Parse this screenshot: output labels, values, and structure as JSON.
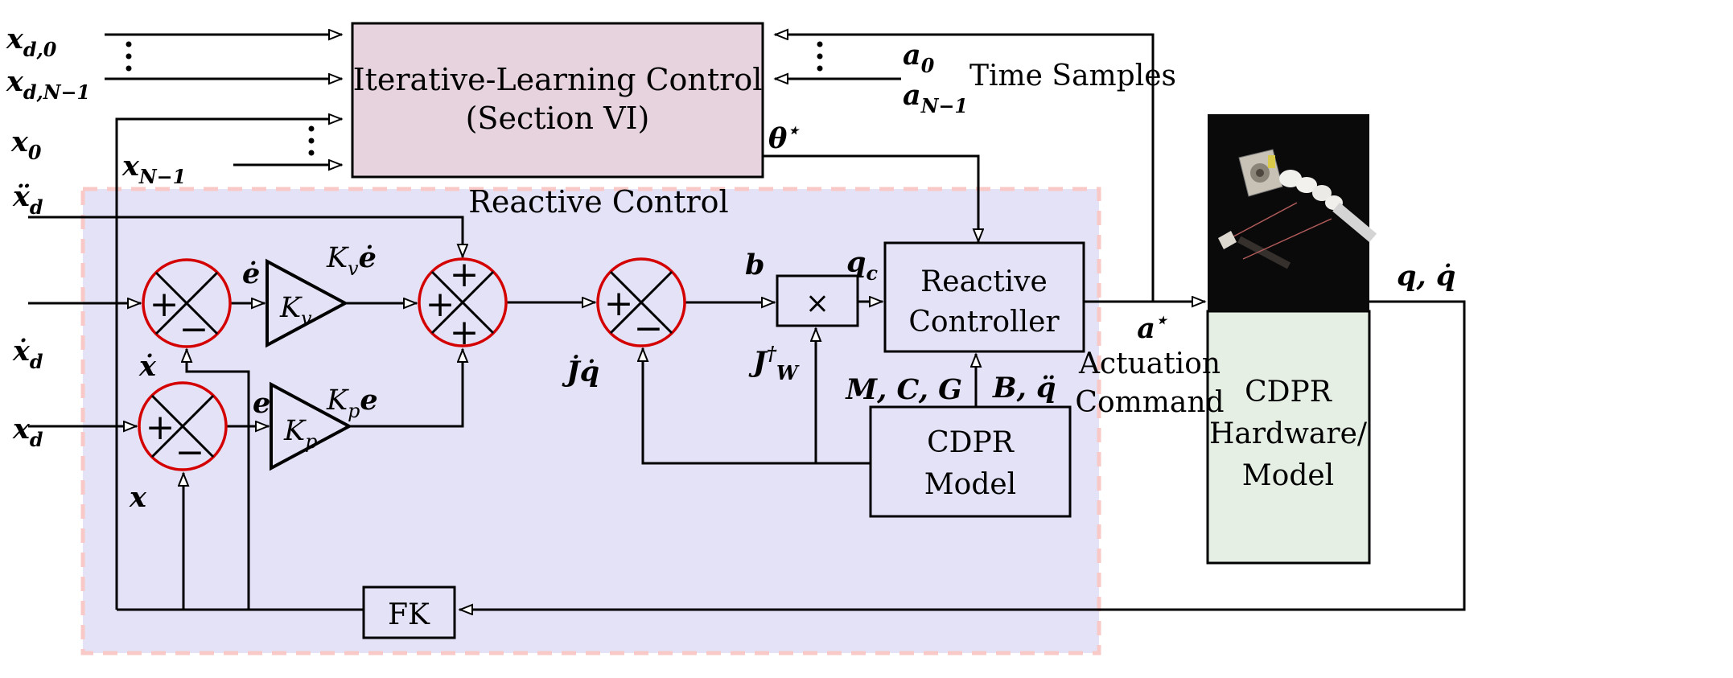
{
  "region_title": "Reactive Control",
  "ilc": {
    "line1": "Iterative-Learning Control",
    "line2": "(Section VI)"
  },
  "reactive_controller": {
    "line1": "Reactive",
    "line2": "Controller"
  },
  "cdpr_model": {
    "line1": "CDPR",
    "line2": "Model"
  },
  "hardware": {
    "line1": "CDPR",
    "line2": "Hardware/",
    "line3": "Model"
  },
  "fk_label": "FK",
  "times_symbol": "×",
  "time_samples": "Time Samples",
  "actuation": {
    "line1": "Actuation",
    "line2": "Command"
  },
  "signs": {
    "plus": "+",
    "minus": "−"
  },
  "colors": {
    "lavender_region": "#e4e2f6",
    "ilc_fill": "#e6d3de",
    "hardware_fill": "#e6efe4",
    "dashed_border": "#f9c9c7",
    "junction_red": "#d40000",
    "line_black": "#000000"
  },
  "labels": {
    "xd0": [
      [
        "x",
        "n"
      ],
      [
        "d,0",
        "s"
      ]
    ],
    "xdN1": [
      [
        "x",
        "n"
      ],
      [
        "d,N−1",
        "s"
      ]
    ],
    "x0": [
      [
        "x",
        "n"
      ],
      [
        "0",
        "s"
      ]
    ],
    "xN1": [
      [
        "x",
        "n"
      ],
      [
        "N−1",
        "s"
      ]
    ],
    "xdd_d": [
      [
        "ẍ",
        "n"
      ],
      [
        "d",
        "s"
      ]
    ],
    "xdot_d": [
      [
        "ẋ",
        "n"
      ],
      [
        "d",
        "s"
      ]
    ],
    "x_d": [
      [
        "x",
        "n"
      ],
      [
        "d",
        "s"
      ]
    ],
    "edot": [
      [
        "ė",
        "n"
      ]
    ],
    "e": [
      [
        "e",
        "n"
      ]
    ],
    "xdot": [
      [
        "ẋ",
        "n"
      ]
    ],
    "x": [
      [
        "x",
        "n"
      ]
    ],
    "Kv": [
      [
        "K",
        "l"
      ],
      [
        "v",
        "ls"
      ]
    ],
    "Kp": [
      [
        "K",
        "l"
      ],
      [
        "p",
        "ls"
      ]
    ],
    "Kve": [
      [
        "K",
        "l"
      ],
      [
        "v",
        "ls"
      ],
      [
        "ė",
        "n"
      ]
    ],
    "Kpe": [
      [
        "K",
        "l"
      ],
      [
        "p",
        "ls"
      ],
      [
        "e",
        "n"
      ]
    ],
    "b": [
      [
        "b",
        "n"
      ]
    ],
    "jdot_qdot": [
      [
        "J̇",
        "n"
      ],
      [
        "q̇",
        "n"
      ]
    ],
    "JW": [
      [
        "J",
        "n"
      ],
      [
        "†",
        "p"
      ],
      [
        "W",
        "s"
      ]
    ],
    "qc": [
      [
        "q",
        "n"
      ],
      [
        "c",
        "s"
      ]
    ],
    "MCG": [
      [
        "M, C, G",
        "n"
      ]
    ],
    "Bqdd": [
      [
        "B, q̈",
        "n"
      ]
    ],
    "qqdot": [
      [
        "q, q̇",
        "n"
      ]
    ],
    "a0": [
      [
        "a",
        "n"
      ],
      [
        "0",
        "s"
      ]
    ],
    "aN1": [
      [
        "a",
        "n"
      ],
      [
        "N−1",
        "s"
      ]
    ],
    "theta_star": [
      [
        "θ",
        "n"
      ],
      [
        "⋆",
        "p"
      ]
    ],
    "a_star": [
      [
        "a",
        "n"
      ],
      [
        "⋆",
        "p"
      ]
    ]
  }
}
